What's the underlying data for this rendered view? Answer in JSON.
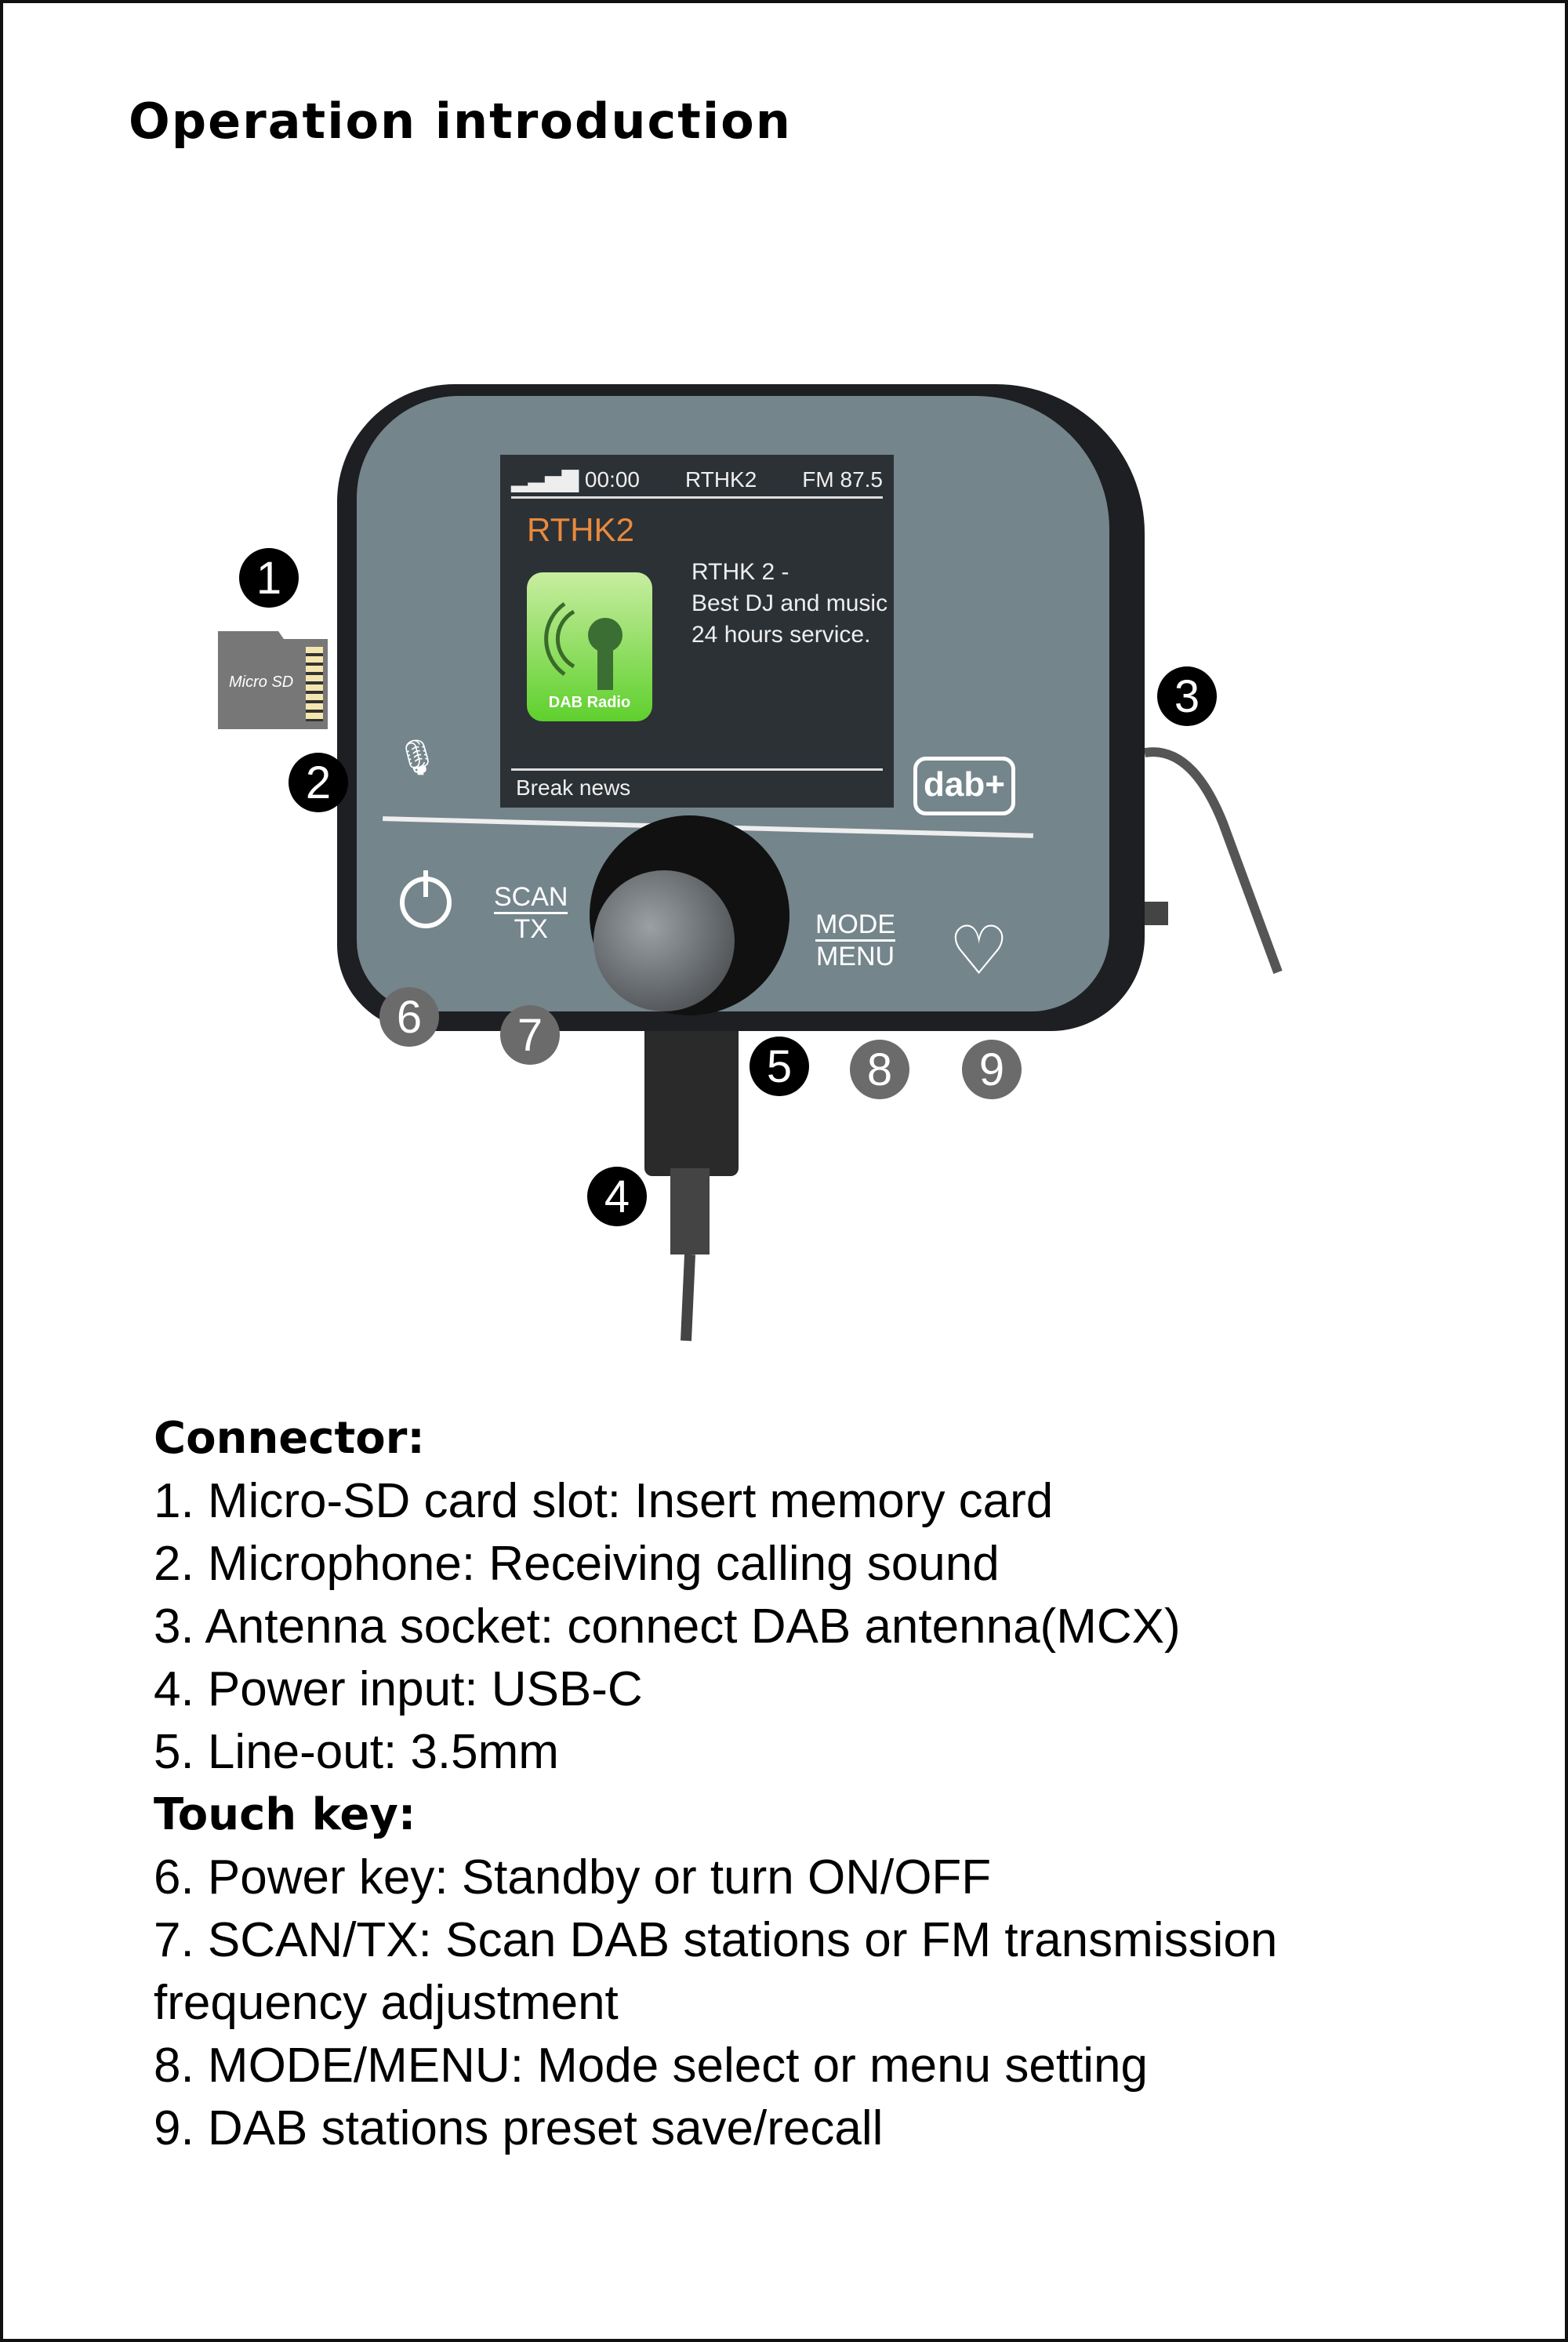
{
  "title": "Operation introduction",
  "device": {
    "sd_label": "Micro SD",
    "status_time": "00:00",
    "status_station": "RTHK2",
    "status_freq": "FM 87.5",
    "station_name": "RTHK2",
    "app_label": "DAB Radio",
    "desc": [
      "RTHK 2 -",
      "Best DJ and music",
      "24 hours service."
    ],
    "news": "Break news",
    "scan": "SCAN",
    "tx": "TX",
    "mode": "MODE",
    "menu": "MENU",
    "dab_logo": "dab+"
  },
  "badges": [
    "1",
    "2",
    "3",
    "4",
    "5",
    "6",
    "7",
    "8",
    "9"
  ],
  "connector": {
    "heading": "Connector:",
    "items": [
      "1. Micro-SD card slot:  Insert memory card",
      "2. Microphone:  Receiving calling sound",
      "3. Antenna socket:  connect DAB antenna(MCX)",
      "4. Power input: USB-C",
      "5. Line-out: 3.5mm"
    ]
  },
  "touch": {
    "heading": "Touch key:",
    "items": [
      "6. Power key: Standby or turn ON/OFF",
      "7. SCAN/TX: Scan DAB stations or FM transmission",
      "frequency adjustment",
      "8. MODE/MENU:  Mode select or menu setting",
      "9. DAB stations preset save/recall"
    ]
  }
}
